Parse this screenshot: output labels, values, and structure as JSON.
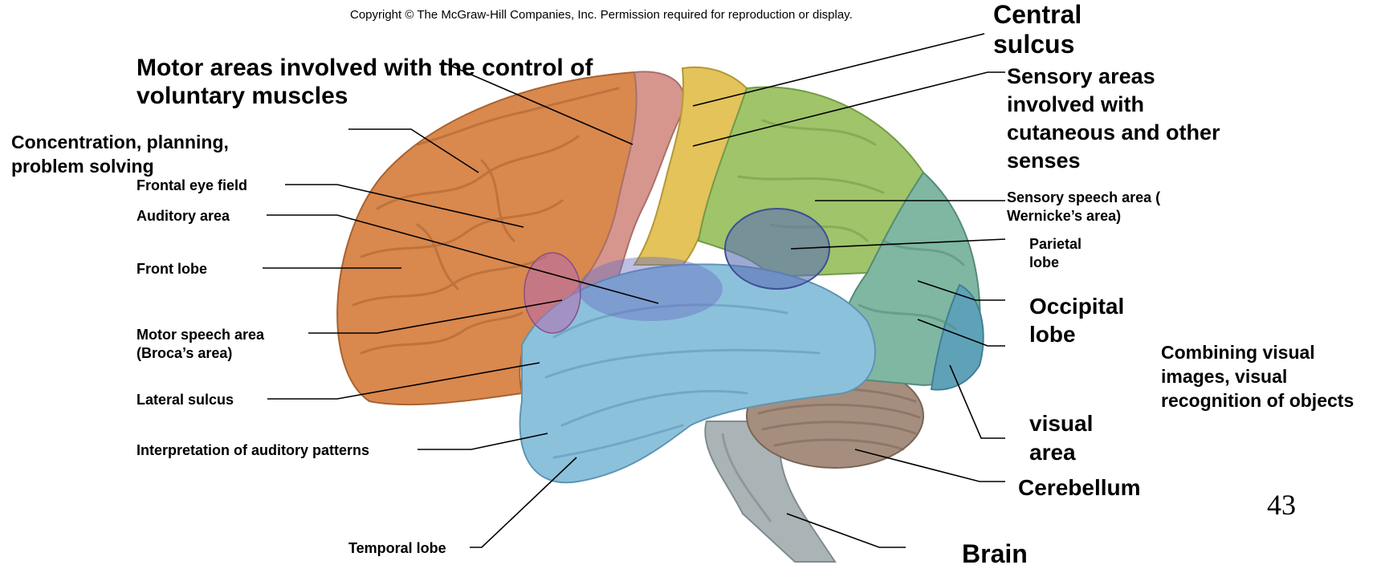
{
  "copyright": "Copyright © The McGraw-Hill Companies, Inc. Permission required for reproduction or display.",
  "slide_number": "43",
  "labels": {
    "central_sulcus": "Central sulcus",
    "motor_areas": "Motor areas involved with the control of voluntary muscles",
    "concentration": "Concentration, planning, problem solving",
    "frontal_eye_field": "Frontal eye field",
    "auditory_area": "Auditory area",
    "front_lobe": "Front lobe",
    "motor_speech": "Motor speech area (Broca’s area)",
    "lateral_sulcus": "Lateral sulcus",
    "interpretation_auditory": "Interpretation of auditory patterns",
    "temporal_lobe": "Temporal lobe",
    "sensory_areas": "Sensory areas involved with cutaneous and other senses",
    "sensory_speech": "Sensory speech area ( Wernicke’s area)",
    "parietal_lobe": "Parietal lobe",
    "occipital_lobe": "Occipital lobe",
    "combining_visual": "Combining visual images, visual recognition of objects",
    "visual_area": "visual area",
    "cerebellum": "Cerebellum",
    "brain": "Brain"
  },
  "region_colors": {
    "frontal": "#d9884e",
    "premotor": "#d6968d",
    "sensory": "#e3c35a",
    "parietal": "#9fc46a",
    "occipital": "#7fb7a2",
    "visual": "#5fa2b8",
    "temporal": "#8cc1dc",
    "wernicke": "#5c6fb5",
    "broca": "#b56bae",
    "cerebellum": "#a58e7e",
    "brainstem": "#aab4b6"
  }
}
